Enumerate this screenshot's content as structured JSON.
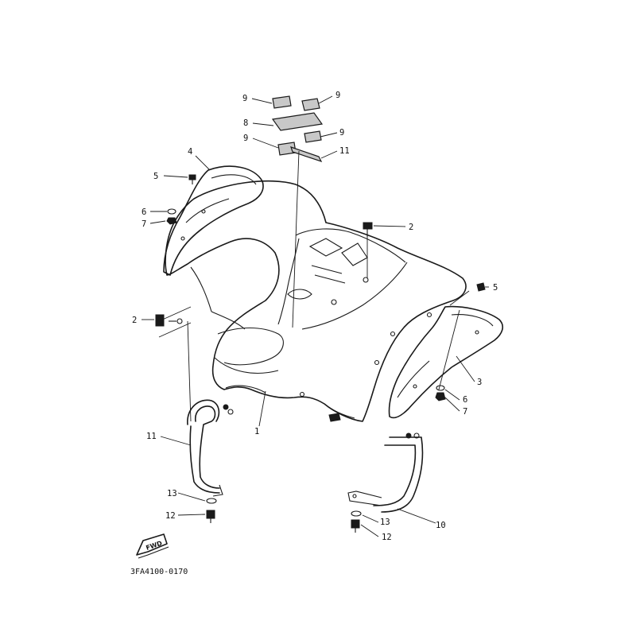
{
  "diagram": {
    "drawing_code": "3FA4100-0170",
    "direction_label": "FWD",
    "callouts": {
      "c9a": "9",
      "c9b": "9",
      "c8": "8",
      "c9c": "9",
      "c9d": "9",
      "c11a": "11",
      "c4": "4",
      "c5a": "5",
      "c6a": "6",
      "c7a": "7",
      "c2a": "2",
      "c5b": "5",
      "c2b": "2",
      "c3": "3",
      "c6b": "6",
      "c7b": "7",
      "c1": "1",
      "c11b": "11",
      "c13a": "13",
      "c12a": "12",
      "c10": "10",
      "c13b": "13",
      "c12b": "12"
    }
  }
}
